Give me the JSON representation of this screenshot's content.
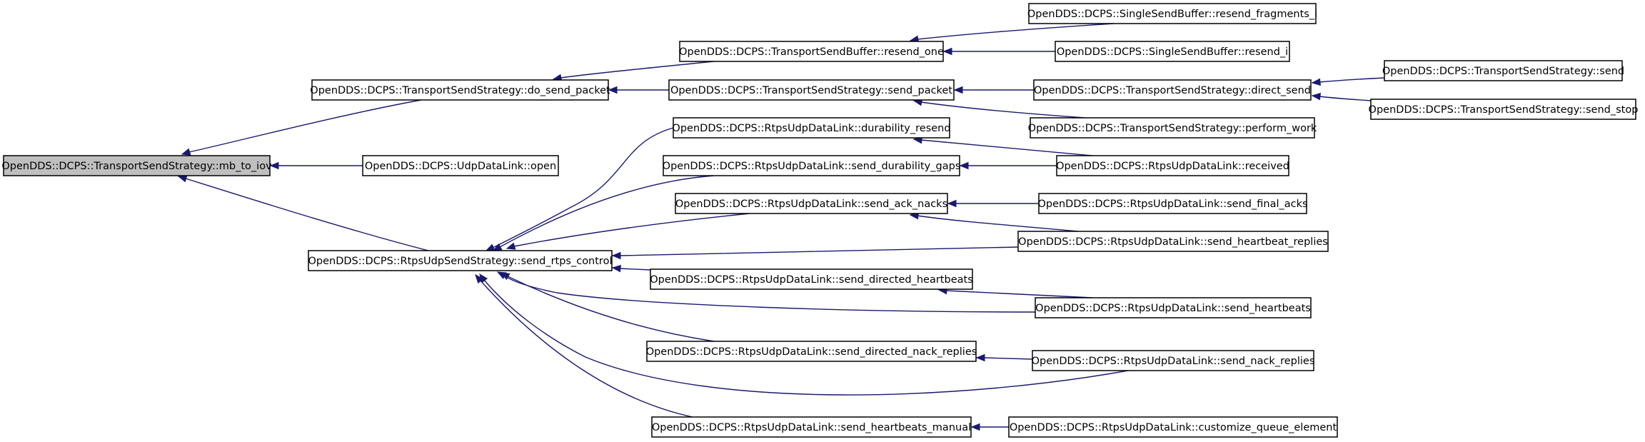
{
  "graph": {
    "nodes": [
      {
        "id": "mb_to_iov",
        "label": "OpenDDS::DCPS::TransportSendStrategy::mb_to_iov",
        "highlighted": true
      },
      {
        "id": "do_send_packet",
        "label": "OpenDDS::DCPS::TransportSendStrategy::do_send_packet"
      },
      {
        "id": "udp_open",
        "label": "OpenDDS::DCPS::UdpDataLink::open"
      },
      {
        "id": "send_rtps_control",
        "label": "OpenDDS::DCPS::RtpsUdpSendStrategy::send_rtps_control"
      },
      {
        "id": "resend_one",
        "label": "OpenDDS::DCPS::TransportSendBuffer::resend_one"
      },
      {
        "id": "send_packet",
        "label": "OpenDDS::DCPS::TransportSendStrategy::send_packet"
      },
      {
        "id": "resend_fragments_i",
        "label": "OpenDDS::DCPS::SingleSendBuffer::resend_fragments_i"
      },
      {
        "id": "resend_i",
        "label": "OpenDDS::DCPS::SingleSendBuffer::resend_i"
      },
      {
        "id": "direct_send",
        "label": "OpenDDS::DCPS::TransportSendStrategy::direct_send"
      },
      {
        "id": "perform_work",
        "label": "OpenDDS::DCPS::TransportSendStrategy::perform_work"
      },
      {
        "id": "tss_send",
        "label": "OpenDDS::DCPS::TransportSendStrategy::send"
      },
      {
        "id": "tss_send_stop",
        "label": "OpenDDS::DCPS::TransportSendStrategy::send_stop"
      },
      {
        "id": "durability_resend",
        "label": "OpenDDS::DCPS::RtpsUdpDataLink::durability_resend"
      },
      {
        "id": "send_durability_gaps",
        "label": "OpenDDS::DCPS::RtpsUdpDataLink::send_durability_gaps"
      },
      {
        "id": "send_ack_nacks",
        "label": "OpenDDS::DCPS::RtpsUdpDataLink::send_ack_nacks"
      },
      {
        "id": "send_directed_heartbeats",
        "label": "OpenDDS::DCPS::RtpsUdpDataLink::send_directed_heartbeats"
      },
      {
        "id": "send_directed_nack_replies",
        "label": "OpenDDS::DCPS::RtpsUdpDataLink::send_directed_nack_replies"
      },
      {
        "id": "send_heartbeats_manual",
        "label": "OpenDDS::DCPS::RtpsUdpDataLink::send_heartbeats_manual"
      },
      {
        "id": "received",
        "label": "OpenDDS::DCPS::RtpsUdpDataLink::received"
      },
      {
        "id": "send_final_acks",
        "label": "OpenDDS::DCPS::RtpsUdpDataLink::send_final_acks"
      },
      {
        "id": "send_heartbeat_replies",
        "label": "OpenDDS::DCPS::RtpsUdpDataLink::send_heartbeat_replies"
      },
      {
        "id": "send_heartbeats",
        "label": "OpenDDS::DCPS::RtpsUdpDataLink::send_heartbeats"
      },
      {
        "id": "send_nack_replies",
        "label": "OpenDDS::DCPS::RtpsUdpDataLink::send_nack_replies"
      },
      {
        "id": "customize_queue_element",
        "label": "OpenDDS::DCPS::RtpsUdpDataLink::customize_queue_element"
      }
    ],
    "edges": [
      {
        "from": "do_send_packet",
        "to": "mb_to_iov"
      },
      {
        "from": "udp_open",
        "to": "mb_to_iov"
      },
      {
        "from": "send_rtps_control",
        "to": "mb_to_iov"
      },
      {
        "from": "resend_one",
        "to": "do_send_packet"
      },
      {
        "from": "send_packet",
        "to": "do_send_packet"
      },
      {
        "from": "resend_fragments_i",
        "to": "resend_one"
      },
      {
        "from": "resend_i",
        "to": "resend_one"
      },
      {
        "from": "direct_send",
        "to": "send_packet"
      },
      {
        "from": "perform_work",
        "to": "send_packet"
      },
      {
        "from": "tss_send",
        "to": "direct_send"
      },
      {
        "from": "tss_send_stop",
        "to": "direct_send"
      },
      {
        "from": "durability_resend",
        "to": "send_rtps_control"
      },
      {
        "from": "send_durability_gaps",
        "to": "send_rtps_control"
      },
      {
        "from": "send_ack_nacks",
        "to": "send_rtps_control"
      },
      {
        "from": "send_heartbeat_replies",
        "to": "send_rtps_control"
      },
      {
        "from": "send_directed_heartbeats",
        "to": "send_rtps_control"
      },
      {
        "from": "send_heartbeats",
        "to": "send_rtps_control"
      },
      {
        "from": "send_directed_nack_replies",
        "to": "send_rtps_control"
      },
      {
        "from": "send_nack_replies",
        "to": "send_rtps_control"
      },
      {
        "from": "send_heartbeats_manual",
        "to": "send_rtps_control"
      },
      {
        "from": "received",
        "to": "durability_resend"
      },
      {
        "from": "received",
        "to": "send_durability_gaps"
      },
      {
        "from": "send_final_acks",
        "to": "send_ack_nacks"
      },
      {
        "from": "send_heartbeat_replies",
        "to": "send_ack_nacks"
      },
      {
        "from": "send_heartbeats",
        "to": "send_directed_heartbeats"
      },
      {
        "from": "send_nack_replies",
        "to": "send_directed_nack_replies"
      },
      {
        "from": "customize_queue_element",
        "to": "send_heartbeats_manual"
      }
    ]
  },
  "colors": {
    "node_fill": "#ffffff",
    "highlight_fill": "#bfbfbf",
    "border": "#000000",
    "edge": "#191970"
  }
}
